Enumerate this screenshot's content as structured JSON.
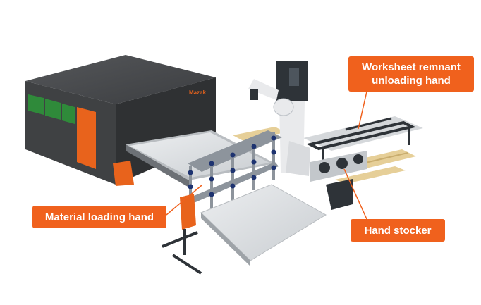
{
  "labels": {
    "remnant_line1": "Worksheet remnant",
    "remnant_line2": "unloading hand",
    "loading": "Material loading hand",
    "stocker": "Hand stocker"
  },
  "machine_logo": "Mazak",
  "colors": {
    "callout": "#f0611d",
    "machine_body": "#4a4a4c",
    "machine_window": "#2f8a3a",
    "accent_orange": "#e8631c",
    "robot_white": "#e9eaec",
    "robot_dark": "#2e3338",
    "frame_gray": "#8d949c",
    "suction_cup": "#1e3370",
    "pallet_wood": "#e6cf98",
    "sheet": "#d9dcdf"
  }
}
